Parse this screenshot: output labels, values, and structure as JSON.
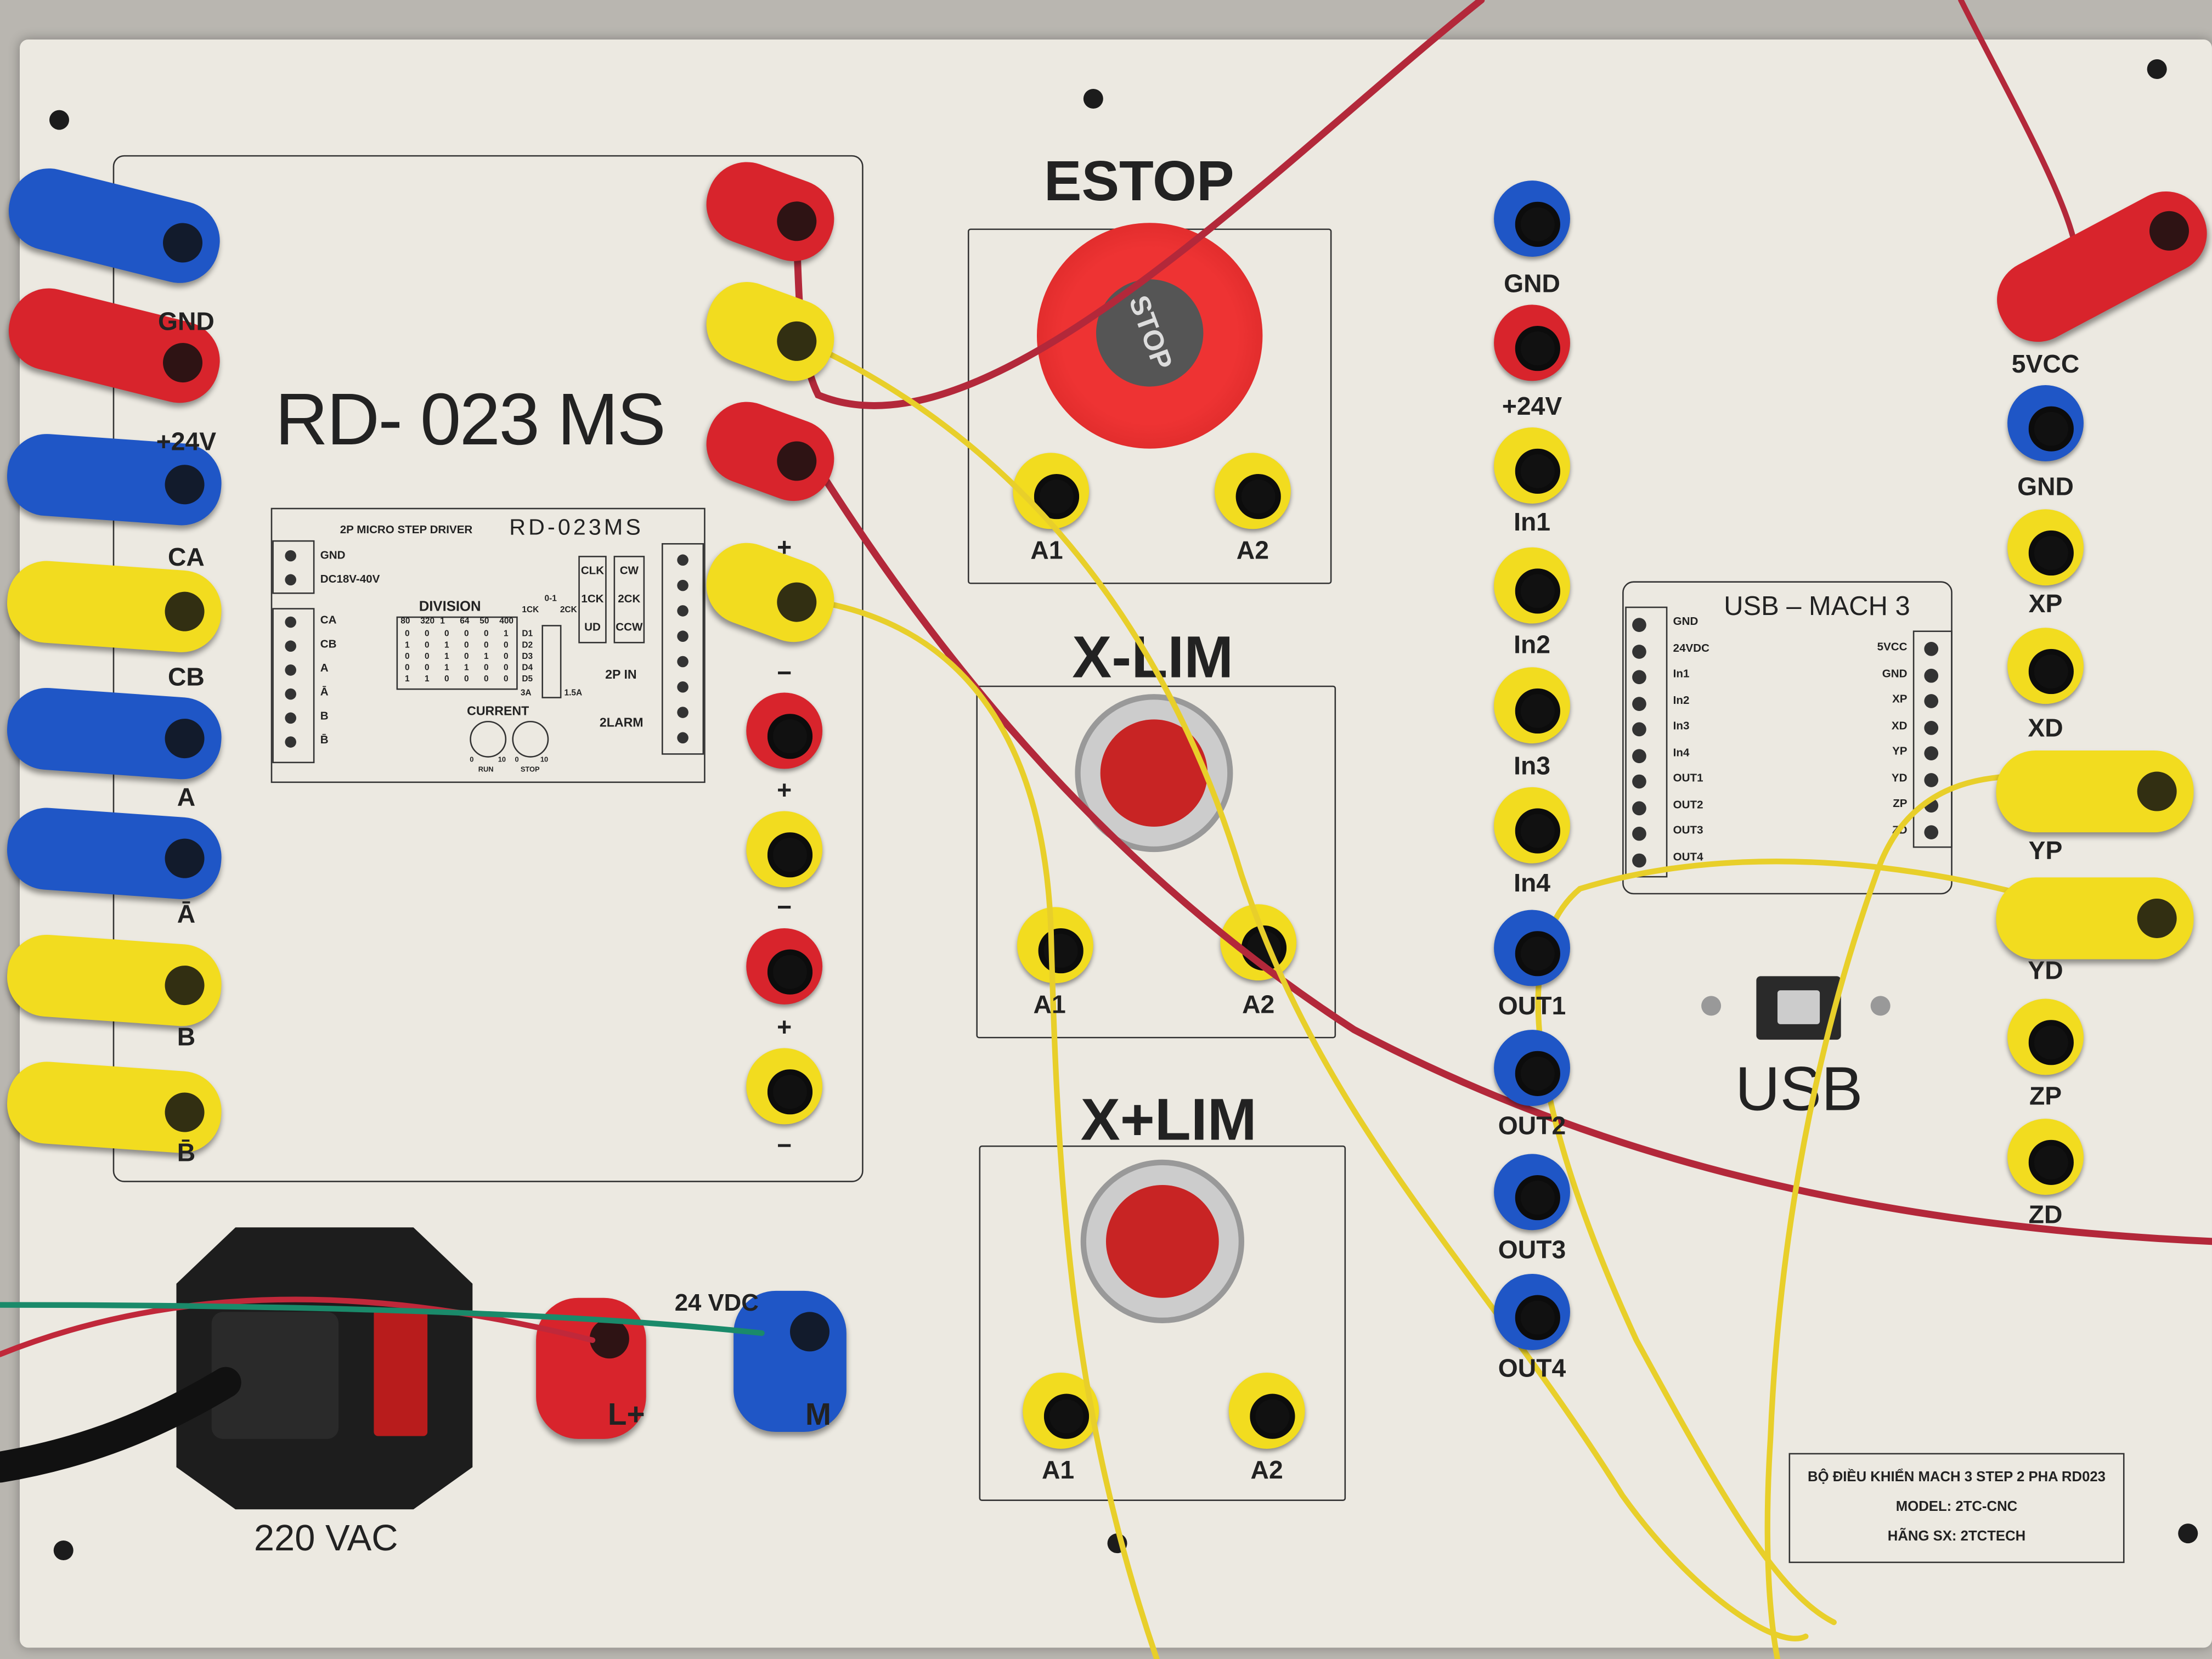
{
  "driver_module": {
    "title": "RD- 023 MS",
    "left_jacks": [
      {
        "label": "GND",
        "color": "#1f56c6"
      },
      {
        "label": "+24V",
        "color": "#d8242c"
      },
      {
        "label": "CA",
        "color": "#1f56c6"
      },
      {
        "label": "CB",
        "color": "#f2dc1f"
      },
      {
        "label": "A",
        "color": "#1f56c6"
      },
      {
        "label": "Ā",
        "color": "#1f56c6"
      },
      {
        "label": "B",
        "color": "#f2dc1f"
      },
      {
        "label": "B̄",
        "color": "#f2dc1f"
      }
    ],
    "signal_jacks": [
      {
        "label": "+",
        "color": "#d8242c"
      },
      {
        "label": "−",
        "color": "#f2dc1f"
      },
      {
        "label": "+",
        "color": "#d8242c"
      },
      {
        "label": "−",
        "color": "#f2dc1f"
      },
      {
        "label": "+",
        "color": "#d8242c"
      },
      {
        "label": "−",
        "color": "#f2dc1f"
      },
      {
        "label": "+",
        "color": "#d8242c"
      },
      {
        "label": "−",
        "color": "#f2dc1f"
      }
    ],
    "diagram": {
      "header": "2P MICRO STEP DRIVER",
      "model": "RD-023MS",
      "power_terms": [
        "GND",
        "DC18V-40V"
      ],
      "motor_terms": [
        "CA",
        "CB",
        "A",
        "Ā",
        "B",
        "B̄"
      ],
      "division_title": "DIVISION",
      "division_headers": [
        "80",
        "320",
        "1",
        "64",
        "50",
        "400"
      ],
      "division_rows": [
        {
          "name": "D1",
          "values": [
            "0",
            "0",
            "0",
            "0",
            "0",
            "1"
          ]
        },
        {
          "name": "D2",
          "values": [
            "1",
            "0",
            "1",
            "0",
            "0",
            "0"
          ]
        },
        {
          "name": "D3",
          "values": [
            "0",
            "0",
            "1",
            "0",
            "1",
            "0"
          ]
        },
        {
          "name": "D4",
          "values": [
            "0",
            "0",
            "1",
            "1",
            "0",
            "0"
          ]
        },
        {
          "name": "D5",
          "values": [
            "1",
            "1",
            "0",
            "0",
            "0",
            "0"
          ]
        }
      ],
      "switch_labels": {
        "range": "0-1",
        "left": "1CK",
        "right": "2CK",
        "low": "3A",
        "high": "1.5A"
      },
      "mode_left": [
        "CLK",
        "1CK",
        "UD"
      ],
      "mode_right": [
        "CW",
        "2CK",
        "CCW"
      ],
      "current_title": "CURRENT",
      "knob_scale": [
        "0",
        "10",
        "0",
        "10"
      ],
      "knob_labels": [
        "RUN",
        "STOP"
      ],
      "inputs": [
        "2P IN",
        "2LARM"
      ]
    }
  },
  "estop": {
    "title": "ESTOP",
    "button_text": "STOP",
    "terminals": [
      "A1",
      "A2"
    ]
  },
  "x_minus_lim": {
    "title": "X-LIM",
    "terminals": [
      "A1",
      "A2"
    ]
  },
  "x_plus_lim": {
    "title": "X+LIM",
    "terminals": [
      "A1",
      "A2"
    ]
  },
  "io_jacks": [
    {
      "label": "GND",
      "color": "#1f56c6"
    },
    {
      "label": "+24V",
      "color": "#d8242c"
    },
    {
      "label": "In1",
      "color": "#f2dc1f"
    },
    {
      "label": "In2",
      "color": "#f2dc1f"
    },
    {
      "label": "In3",
      "color": "#f2dc1f"
    },
    {
      "label": "In4",
      "color": "#f2dc1f"
    },
    {
      "label": "OUT1",
      "color": "#1f56c6"
    },
    {
      "label": "OUT2",
      "color": "#1f56c6"
    },
    {
      "label": "OUT3",
      "color": "#1f56c6"
    },
    {
      "label": "OUT4",
      "color": "#1f56c6"
    }
  ],
  "usb_mach3": {
    "title": "USB – MACH 3",
    "left_terms": [
      "GND",
      "24VDC",
      "In1",
      "In2",
      "In3",
      "In4",
      "OUT1",
      "OUT2",
      "OUT3",
      "OUT4"
    ],
    "right_terms": [
      "5VCC",
      "GND",
      "XP",
      "XD",
      "YP",
      "YD",
      "ZP",
      "ZD"
    ],
    "usb_label": "USB"
  },
  "axis_jacks": [
    {
      "label": "5VCC",
      "color": "#d8242c"
    },
    {
      "label": "GND",
      "color": "#1f56c6"
    },
    {
      "label": "XP",
      "color": "#f2dc1f"
    },
    {
      "label": "XD",
      "color": "#f2dc1f"
    },
    {
      "label": "YP",
      "color": "#f2dc1f"
    },
    {
      "label": "YD",
      "color": "#f2dc1f"
    },
    {
      "label": "ZP",
      "color": "#f2dc1f"
    },
    {
      "label": "ZD",
      "color": "#f2dc1f"
    }
  ],
  "power": {
    "ac_label": "220 VAC",
    "dc_label": "24 VDC",
    "l_plus": "L+",
    "m": "M"
  },
  "nameplate": {
    "line1": "BỘ ĐIỀU KHIỂN MACH 3 STEP 2 PHA RD023",
    "line2": "MODEL: 2TC-CNC",
    "line3": "HÃNG SX: 2TCTECH"
  }
}
